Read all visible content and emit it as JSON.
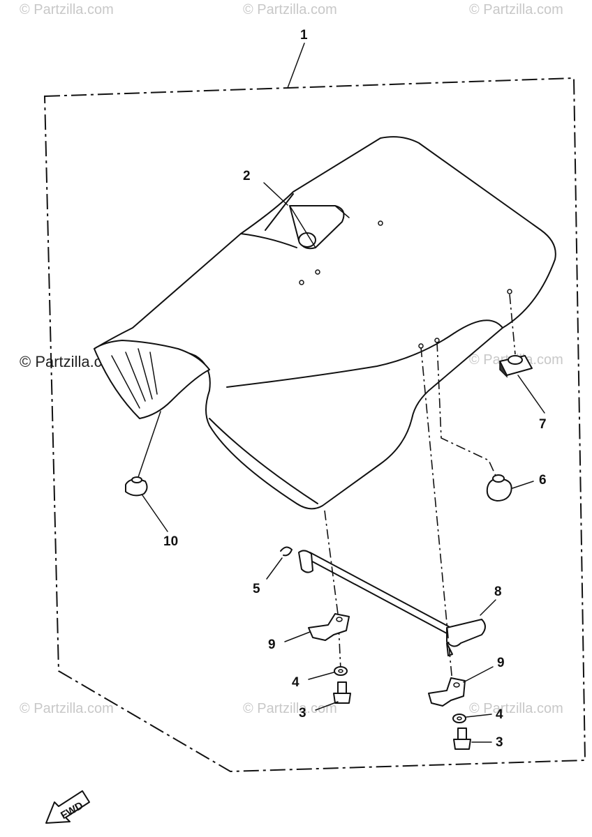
{
  "watermark": {
    "text": "© Partzilla.com"
  },
  "callouts": {
    "c1": "1",
    "c2": "2",
    "c3a": "3",
    "c3b": "3",
    "c4a": "4",
    "c4b": "4",
    "c5": "5",
    "c6": "6",
    "c7": "7",
    "c8": "8",
    "c9a": "9",
    "c9b": "9",
    "c10": "10"
  },
  "fwd_label": "FWD",
  "colors": {
    "ink": "#111111",
    "watermark": "#c8c8c8"
  }
}
